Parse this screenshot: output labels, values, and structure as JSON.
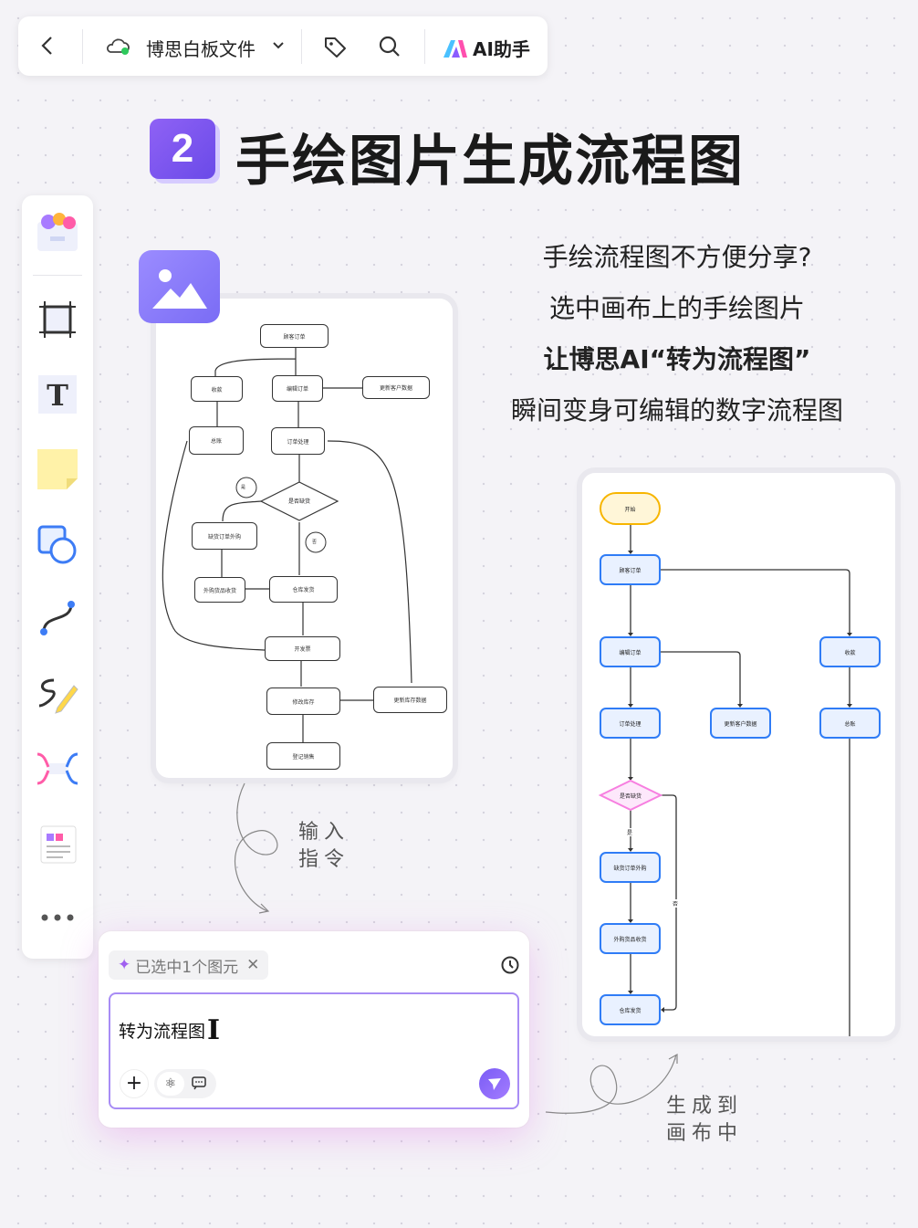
{
  "topbar": {
    "file_title": "博思白板文件",
    "ai_label": "AI助手"
  },
  "heading": {
    "step": "2",
    "title": "手绘图片生成流程图"
  },
  "description": [
    "手绘流程图不方便分享?",
    "选中画布上的手绘图片",
    "让博思AI“转为流程图”",
    "瞬间变身可编辑的数字流程图"
  ],
  "hand_drawn": {
    "nodes": {
      "order": "顾客订单",
      "pay": "收款",
      "edit": "编辑订单",
      "update_cust": "更新客户数据",
      "ledger": "总账",
      "process": "订单处理",
      "stock_q": "是否缺货",
      "yes": "是",
      "no": "否",
      "outsource": "缺货订单外购",
      "receive": "外购货品收货",
      "ship": "仓库发货",
      "invoice": "开发票",
      "inventory": "修改库存",
      "update_inv": "更新库存数据",
      "register": "登记销售"
    }
  },
  "digital_flow": {
    "nodes": {
      "start": "开始",
      "order": "顾客订单",
      "edit": "编辑订单",
      "process": "订单处理",
      "update_cust": "更新客户数据",
      "pay": "收款",
      "ledger": "总账",
      "stock_q": "是否缺货",
      "yes": "是",
      "no": "否",
      "outsource": "缺货订单外购",
      "receive": "外购货品收货",
      "ship": "仓库发货"
    }
  },
  "notes": {
    "input_1": "输入",
    "input_2": "指令",
    "output_1": "生成到",
    "output_2": "画布中"
  },
  "chat": {
    "selection_chip": "已选中1个图元",
    "input_value": "转为流程图"
  },
  "colors": {
    "accent": "#7b5cf5",
    "node_border": "#2f7cf6",
    "node_fill": "#e9f1ff",
    "start_border": "#f7b500",
    "decision_border": "#f77fe0"
  }
}
